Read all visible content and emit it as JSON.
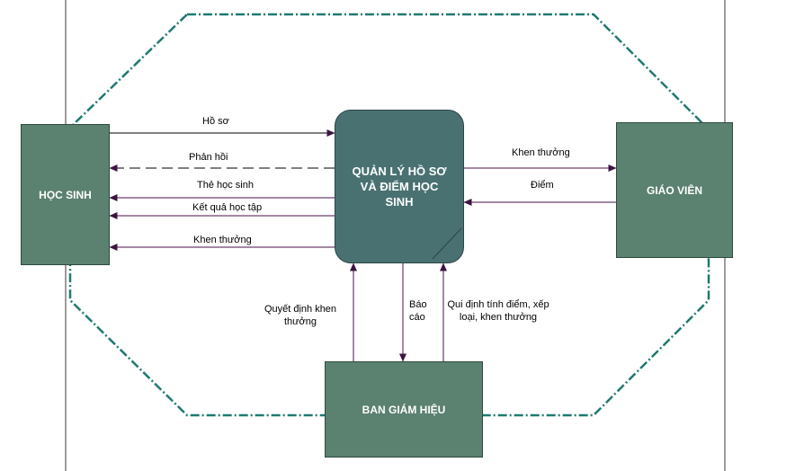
{
  "process": {
    "title": "QUẢN LÝ HỒ SƠ VÀ ĐIỂM HỌC SINH"
  },
  "entities": {
    "hoc_sinh": "HỌC SINH",
    "giao_vien": "GIÁO VIÊN",
    "ban_giam_hieu": "BAN GIÁM HIỆU"
  },
  "flows": {
    "ho_so": "Hồ sơ",
    "phan_hoi": "Phản hồi",
    "the_hoc_sinh": "Thẻ học sinh",
    "ket_qua_hoc_tap": "Kết quả học tập",
    "khen_thuong_hs": "Khen thưởng",
    "khen_thuong_gv": "Khen thưởng",
    "diem": "Điểm",
    "quyet_dinh": "Quyết định khen thưởng",
    "bao_cao": "Báo cáo",
    "qui_dinh": "Qui định tính điểm, xếp loại, khen thưởng"
  },
  "colors": {
    "entity_fill": "#5b8170",
    "process_fill": "#4a7172",
    "boundary": "#1e7a70",
    "arrow": "#4a1248"
  }
}
